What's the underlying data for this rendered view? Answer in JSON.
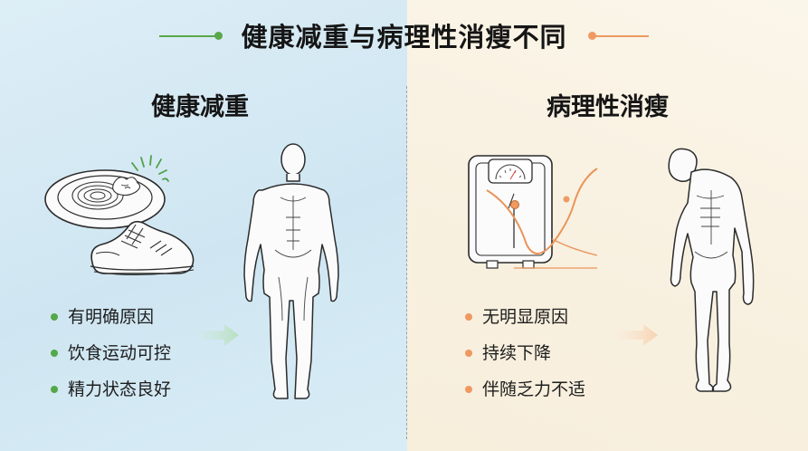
{
  "header": {
    "title": "健康减重与病理性消瘦不同"
  },
  "left_panel": {
    "heading": "健康减重",
    "points": [
      "有明确原因",
      "饮食运动可控",
      "精力状态良好"
    ],
    "bullet_color": "#55a747"
  },
  "right_panel": {
    "heading": "病理性消瘦",
    "points": [
      "无明显原因",
      "持续下降",
      "伴随乏力不适"
    ],
    "bullet_color": "#ef9860"
  },
  "icons": {
    "food": "salad-plate-icon",
    "shoe": "running-shoe-icon",
    "scale": "weighing-scale-icon",
    "trend": "weight-trend-curve-icon",
    "healthy_body": "healthy-body-figure",
    "thin_body": "thin-body-figure"
  },
  "colors": {
    "left_bg": "#d6eaf4",
    "right_bg": "#f8f0df",
    "accent_green": "#5aa84a",
    "accent_orange": "#ee9a62"
  }
}
